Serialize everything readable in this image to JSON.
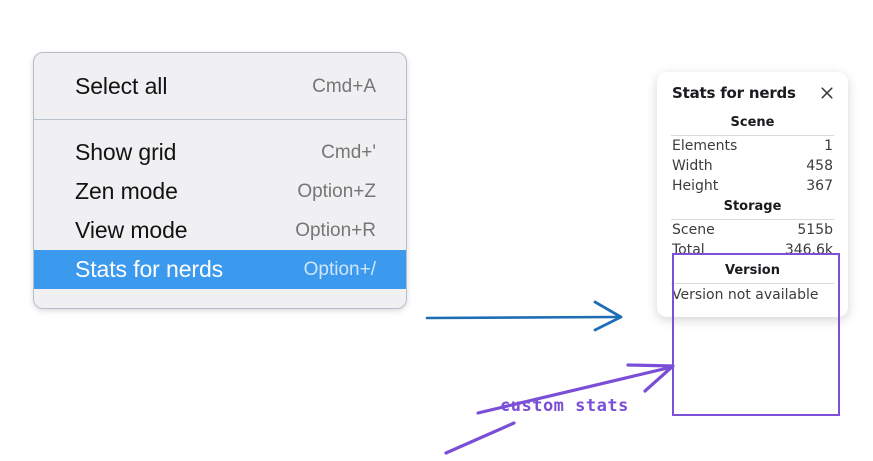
{
  "menu": {
    "groups": [
      {
        "items": [
          {
            "label": "Select all",
            "shortcut": "Cmd+A",
            "selected": false
          }
        ]
      },
      {
        "items": [
          {
            "label": "Show grid",
            "shortcut": "Cmd+'",
            "selected": false
          },
          {
            "label": "Zen mode",
            "shortcut": "Option+Z",
            "selected": false
          },
          {
            "label": "View mode",
            "shortcut": "Option+R",
            "selected": false
          },
          {
            "label": "Stats for nerds",
            "shortcut": "Option+/",
            "selected": true
          }
        ]
      }
    ],
    "highlight_color": "#3b9aee"
  },
  "stats_panel": {
    "title": "Stats for nerds",
    "close_icon": "close-icon",
    "sections": [
      {
        "title": "Scene",
        "rows": [
          {
            "key": "Elements",
            "value": "1"
          },
          {
            "key": "Width",
            "value": "458"
          },
          {
            "key": "Height",
            "value": "367"
          }
        ]
      },
      {
        "title": "Storage",
        "rows": [
          {
            "key": "Scene",
            "value": "515b"
          },
          {
            "key": "Total",
            "value": "346.6k"
          }
        ]
      },
      {
        "title": "Version",
        "note": "Version not available"
      }
    ],
    "highlight_border_color": "#7c4fd4"
  },
  "annotations": {
    "blue_arrow_color": "#1f6eb5",
    "purple_color": "#7a4ed6",
    "custom_stats_label": "custom stats"
  }
}
